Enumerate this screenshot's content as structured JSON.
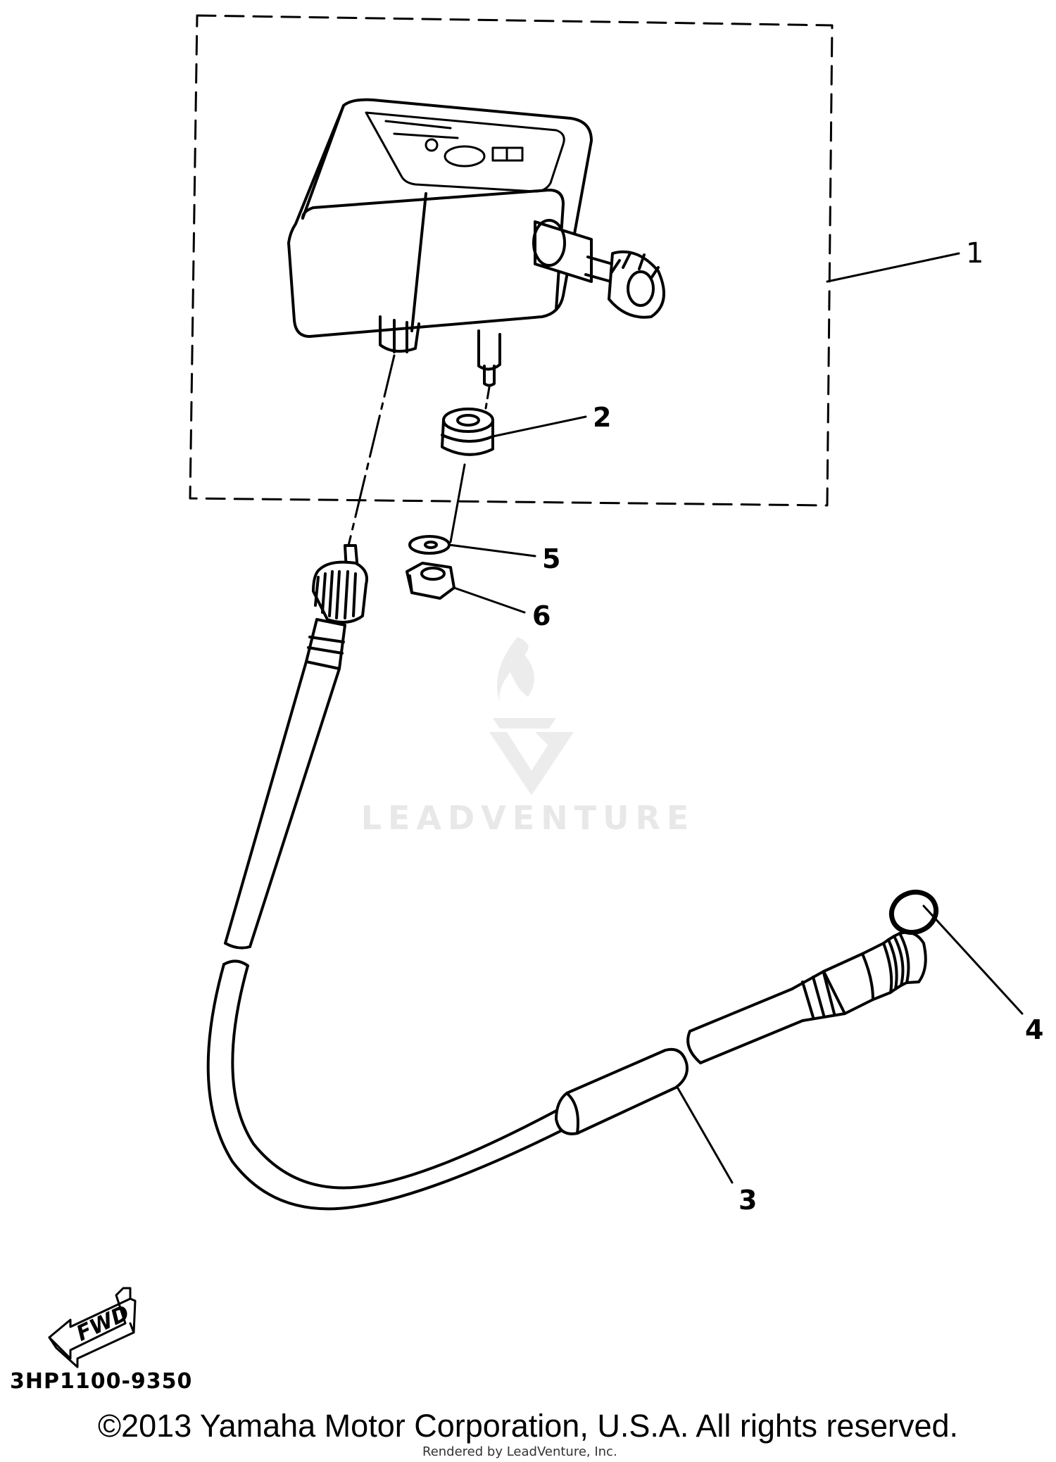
{
  "callouts": {
    "c1": "1",
    "c2": "2",
    "c3": "3",
    "c4": "4",
    "c5": "5",
    "c6": "6"
  },
  "watermark": "LEADVENTURE",
  "direction_arrow": "FWD",
  "part_number": "3HP1100-9350",
  "copyright": "©2013 Yamaha Motor Corporation, U.S.A. All rights reserved.",
  "rendered_by": "Rendered by LeadVenture, Inc."
}
